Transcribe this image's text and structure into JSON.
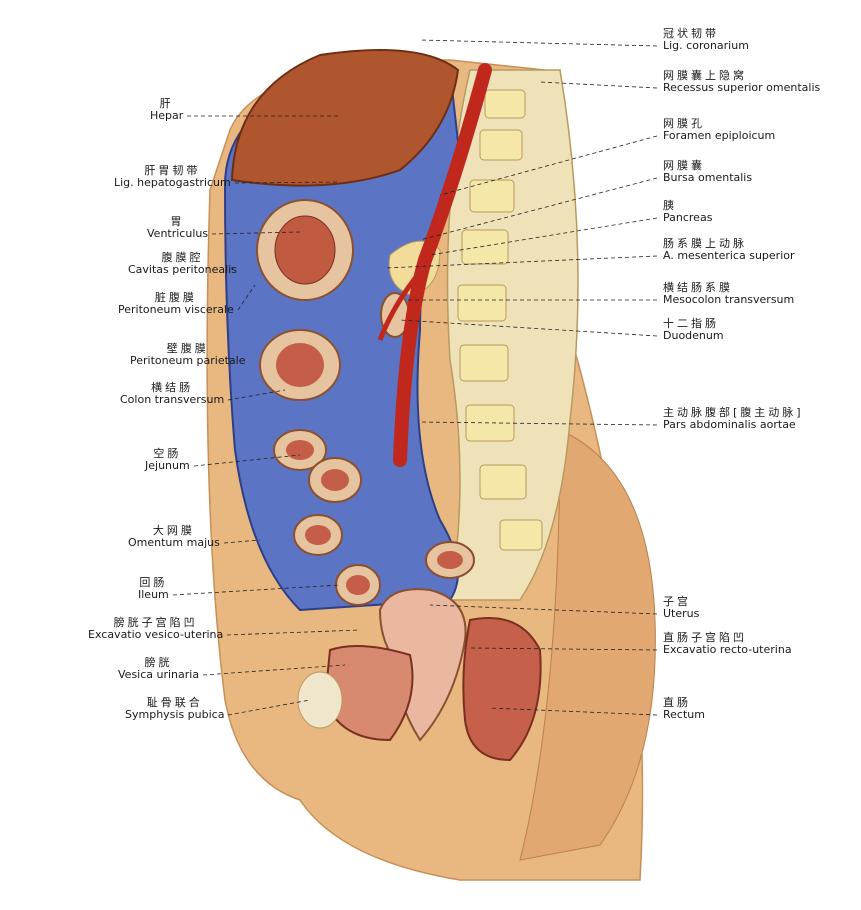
{
  "colors": {
    "peritoneum_blue": "#4a66b8",
    "liver_brown": "#b0562e",
    "aorta_red": "#c0281e",
    "skin": "#e8b880",
    "spine_cream": "#efe2b8"
  },
  "labels_left": [
    {
      "zh": "肝",
      "la": "Hepar"
    },
    {
      "zh": "肝胃韧带",
      "la": "Lig. hepatogastricum"
    },
    {
      "zh": "胃",
      "la": "Ventriculus"
    },
    {
      "zh": "腹膜腔",
      "la": "Cavitas peritonealis"
    },
    {
      "zh": "脏腹膜",
      "la": "Peritoneum viscerale"
    },
    {
      "zh": "壁腹膜",
      "la": "Peritoneum parietale"
    },
    {
      "zh": "横结肠",
      "la": "Colon transversum"
    },
    {
      "zh": "空肠",
      "la": "Jejunum"
    },
    {
      "zh": "大网膜",
      "la": "Omentum majus"
    },
    {
      "zh": "回肠",
      "la": "Ileum"
    },
    {
      "zh": "膀胱子宫陷凹",
      "la": "Excavatio vesico-uterina"
    },
    {
      "zh": "膀胱",
      "la": "Vesica urinaria"
    },
    {
      "zh": "耻骨联合",
      "la": "Symphysis pubica"
    }
  ],
  "labels_right": [
    {
      "zh": "冠状韧带",
      "la": "Lig. coronarium"
    },
    {
      "zh": "网膜囊上隐窝",
      "la": "Recessus superior omentalis"
    },
    {
      "zh": "网膜孔",
      "la": "Foramen epiploicum"
    },
    {
      "zh": "网膜囊",
      "la": "Bursa omentalis"
    },
    {
      "zh": "胰",
      "la": "Pancreas"
    },
    {
      "zh": "肠系膜上动脉",
      "la": "A. mesenterica superior"
    },
    {
      "zh": "横结肠系膜",
      "la": "Mesocolon transversum"
    },
    {
      "zh": "十二指肠",
      "la": "Duodenum"
    },
    {
      "zh": "主动脉腹部[腹主动脉]",
      "la": "Pars abdominalis aortae"
    },
    {
      "zh": "子宫",
      "la": "Uterus"
    },
    {
      "zh": "直肠子宫陷凹",
      "la": "Excavatio recto-uterina"
    },
    {
      "zh": "直肠",
      "la": "Rectum"
    }
  ]
}
